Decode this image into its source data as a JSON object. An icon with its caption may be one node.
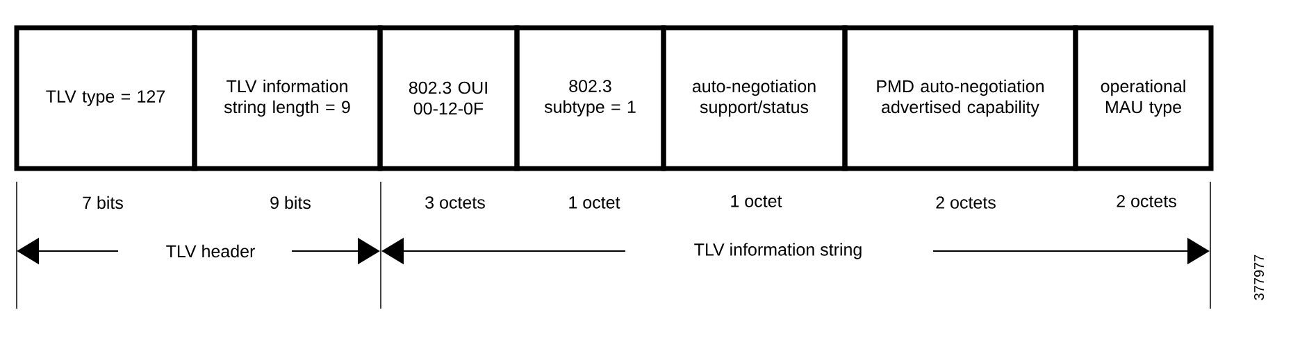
{
  "diagram": {
    "nodes": [
      {
        "text": [
          "TLV type = 127"
        ]
      },
      {
        "text": [
          "TLV information string length = 9"
        ]
      },
      {
        "text": [
          "802.3 OUI 00-12-0F"
        ]
      },
      {
        "text": [
          "802.3 subtype = 1"
        ]
      },
      {
        "text": [
          "auto-negotiation support/status"
        ]
      },
      {
        "text": [
          "PMD auto-negotiation advertised capability"
        ]
      },
      {
        "text": [
          "operational MAU type"
        ]
      }
    ],
    "labels": [
      "7 bits",
      "9 bits",
      "3 octets",
      "1 octet",
      "1 octet",
      "2 octets",
      "2 octets",
      "TLV header",
      "TLV information string",
      "377977"
    ]
  }
}
